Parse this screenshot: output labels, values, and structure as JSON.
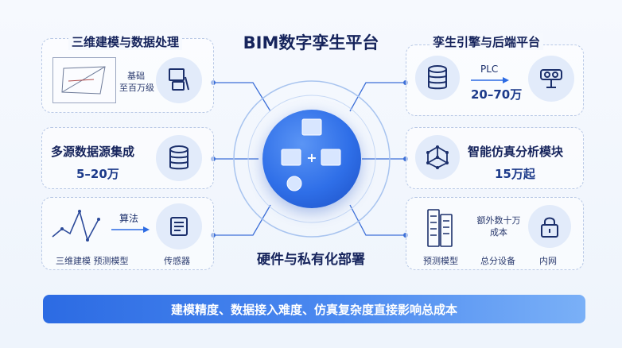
{
  "center": {
    "title": "BIM数字孪生平台",
    "bottom_title": "硬件与私有化部署"
  },
  "left_top": {
    "title": "三维建模与数据处理",
    "note": "基础\n至百万级"
  },
  "left_mid": {
    "title": "多源数据源集成",
    "price": "5–20万"
  },
  "left_bot": {
    "algo_label": "算法",
    "caption1": "三维建模 预测模型",
    "caption2": "传感器"
  },
  "right_top": {
    "title": "孪生引擎与后端平台",
    "plc": "PLC",
    "price": "20–70万"
  },
  "right_mid": {
    "title": "智能仿真分析模块",
    "price": "15万起"
  },
  "right_bot": {
    "extra": "额外数十万\n成本",
    "cap_predict": "预测模型",
    "cap_equip": "总分设备",
    "cap_intranet": "内网"
  },
  "banner": {
    "text": "建模精度、数据接入难度、仿真复杂度直接影响总成本"
  },
  "colors": {
    "accent": "#2c6be3",
    "hub": "#2f6fe8",
    "text": "#16245c"
  }
}
